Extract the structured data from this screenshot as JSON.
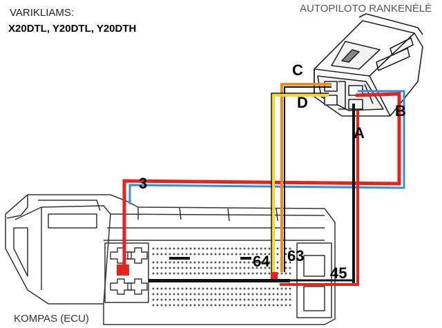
{
  "header": {
    "engines_title": "VARIKLIAMS:",
    "engines_list": "X20DTL, Y20DTL, Y20DTH",
    "handle_caption": "AUTOPILOTO RANKENĖLĖ"
  },
  "footer": {
    "ecu_caption": "KOMPAS (ECU)"
  },
  "handle_pins": {
    "a": "A",
    "b": "B",
    "c": "C",
    "d": "D"
  },
  "ecu_pins": {
    "p3": "3",
    "p64": "64",
    "p63": "63",
    "p45": "45"
  },
  "colors": {
    "wire_red": "#e8231c",
    "wire_blue": "#2e8ee0",
    "wire_orange": "#f08a1c",
    "wire_yellow": "#f4d930",
    "wire_black": "#111111",
    "pin_highlight": "#e8231c"
  }
}
